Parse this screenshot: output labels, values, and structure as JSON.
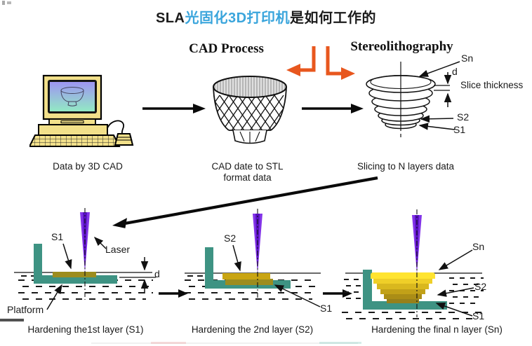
{
  "title": {
    "prefix": "SLA",
    "highlight": "光固化3D打印机",
    "suffix": "是如何工作的",
    "highlight_color": "#3aa5dc"
  },
  "top_row": {
    "computer": {
      "caption": "Data by 3D CAD"
    },
    "cad_process": {
      "heading": "CAD Process",
      "caption_line1": "CAD date to STL",
      "caption_line2": "format data"
    },
    "stereo": {
      "heading": "Stereolithography",
      "caption": "Slicing to N layers data",
      "label_sn": "Sn",
      "label_d": "d",
      "label_slice_thickness": "Slice thickness",
      "label_s2": "S2",
      "label_s1": "S1"
    }
  },
  "stages": {
    "stage1": {
      "label_s1": "S1",
      "label_laser": "Laser",
      "label_platform": "Platform",
      "label_d": "d",
      "caption": "Hardening the1st layer (S1)"
    },
    "stage2": {
      "label_s2": "S2",
      "label_s1": "S1",
      "caption": "Hardening the 2nd layer (S2)"
    },
    "stage3": {
      "label_sn": "Sn",
      "label_s2": "S2",
      "label_s1": "S1",
      "caption": "Hardening the final n layer (Sn)"
    }
  },
  "colors": {
    "title_highlight": "#3aa5dc",
    "orange_arrow": "#e8571e",
    "laser_purple": "#8233e8",
    "laser_core": "#560fc0",
    "platform_teal": "#3e9383",
    "layer_olive": "#9c8c1e",
    "layer_gold": "#c9a512",
    "part_top_yellow": "#ffe430",
    "screen_top": "#9e95f2",
    "screen_bottom": "#92e9c4",
    "computer_body": "#f2e08a"
  }
}
